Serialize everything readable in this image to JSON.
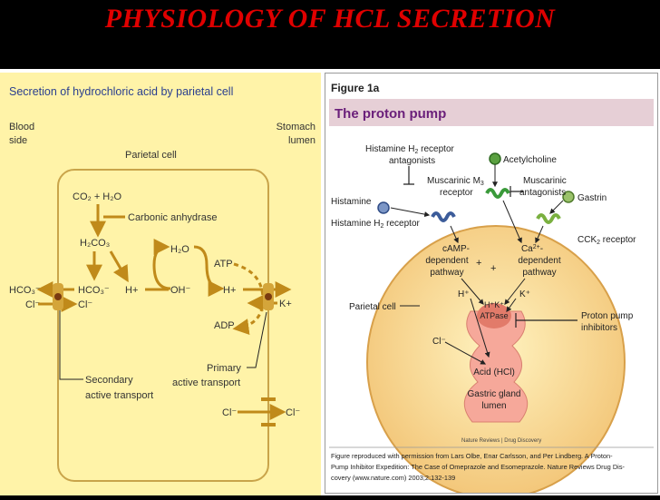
{
  "slide": {
    "title": "PHYSIOLOGY OF HCL SECRETION"
  },
  "left_diagram": {
    "heading": "Secretion of hydrochloric acid by parietal cell",
    "blood_side": [
      "Blood",
      "side"
    ],
    "stomach_lumen": [
      "Stomach",
      "lumen"
    ],
    "parietal_cell": "Parietal cell",
    "co2_h2o": "CO₂ + H₂O",
    "carbonic_anhydrase": "Carbonic anhydrase",
    "h2co3": "H₂CO₃",
    "h2o": "H₂O",
    "atp": "ATP",
    "hco3_out": "HCO₃⁻",
    "hco3_in": "HCO₃⁻",
    "h_plus_1": "H+",
    "oh_minus": "OH⁻",
    "h_plus_2": "H+",
    "k_plus": "K+",
    "cl_out": "Cl⁻",
    "cl_in": "Cl⁻",
    "adp": "ADP",
    "primary": [
      "Primary",
      "active transport"
    ],
    "secondary": [
      "Secondary",
      "active transport"
    ],
    "cl_bottom_left": "Cl⁻",
    "cl_bottom_right": "Cl⁻"
  },
  "right_diagram": {
    "figure_label": "Figure 1a",
    "pump_title": "The proton pump",
    "h2_antagonists": [
      "Histamine H",
      "2",
      " receptor",
      "antagonists"
    ],
    "acetylcholine": "Acetylcholine",
    "muscarinic_receptor": [
      "Muscarinic M",
      "3",
      "receptor"
    ],
    "muscarinic_antagonists": [
      "Muscarinic",
      "antagonists"
    ],
    "gastrin": "Gastrin",
    "histamine": "Histamine",
    "h2_receptor": [
      "Histamine H",
      "2",
      " receptor"
    ],
    "cck2_receptor": [
      "CCK",
      "2",
      " receptor"
    ],
    "camp_pathway": [
      "cAMP-",
      "dependent",
      "pathway"
    ],
    "ca_pathway": [
      "Ca",
      "2+",
      "-",
      "dependent",
      "pathway"
    ],
    "plus1": "+",
    "plus2": "+",
    "h_plus": "H⁺",
    "k_plus": "K⁺",
    "hk_atpase": [
      "H⁺K⁺",
      "ATPase"
    ],
    "parietal_cell": "Parietal cell",
    "proton_pump_inhibitors": [
      "Proton pump",
      "inhibitors"
    ],
    "cl": "Cl⁻",
    "acid": "Acid (HCl)",
    "gastric_gland": [
      "Gastric gland",
      "lumen"
    ],
    "journal_logo": "Nature Reviews | Drug Discovery",
    "caption": [
      "Figure reproduced with permission from Lars Olbe, Enar Carlsson, and Per Lindberg. A Proton-",
      "Pump Inhibitor Expedition: The Case of Omeprazole and Esomeprazole. Nature Reviews Drug Dis-",
      "covery (www.nature.com) 2003;2:132-139"
    ]
  },
  "colors": {
    "title_red": "#e00000",
    "left_bg": "#fff3a8",
    "title_band": "#e6cfd6",
    "cell_fill": "#f5d98a",
    "arrow_brown": "#c08a1a",
    "header_blue": "#2a3f8f",
    "title_purple": "#6a1f7a"
  }
}
